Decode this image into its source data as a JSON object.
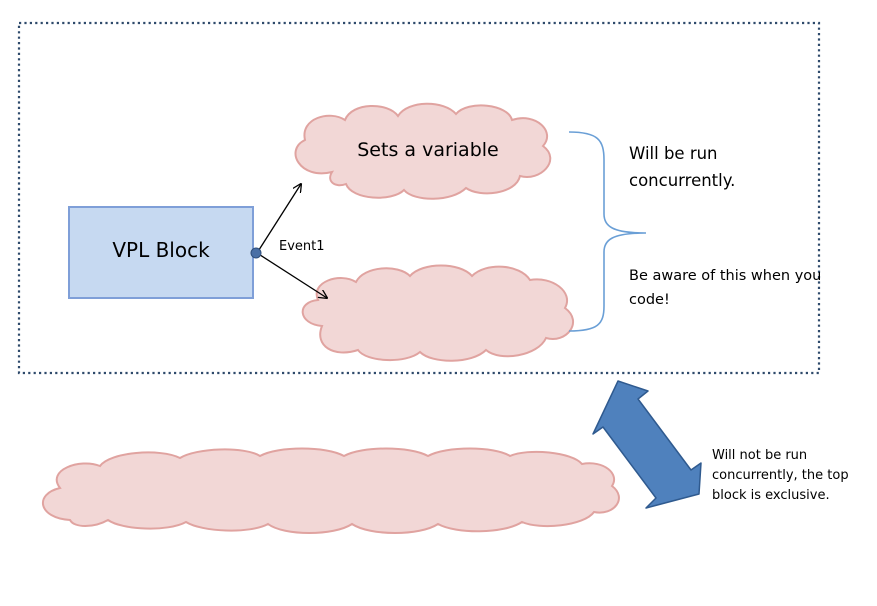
{
  "nodes": {
    "vpl_block": "VPL Block",
    "sets_variable": "Sets a variable"
  },
  "edges": {
    "event1": "Event1"
  },
  "notes": {
    "concurrent": "Will be run concurrently.",
    "aware": "Be aware of this when you code!",
    "exclusive": "Will not be run concurrently, the top block is exclusive."
  },
  "colors": {
    "block_fill": "#c6d9f1",
    "block_stroke": "#7f9fd8",
    "cloud_fill": "#f2d7d6",
    "cloud_stroke": "#e0a3a0",
    "frame_stroke": "#2e4a6b",
    "bracket_stroke": "#6a9fd6",
    "arrow_fill": "#4f81bd",
    "arrow_stroke": "#2f5a8f"
  }
}
